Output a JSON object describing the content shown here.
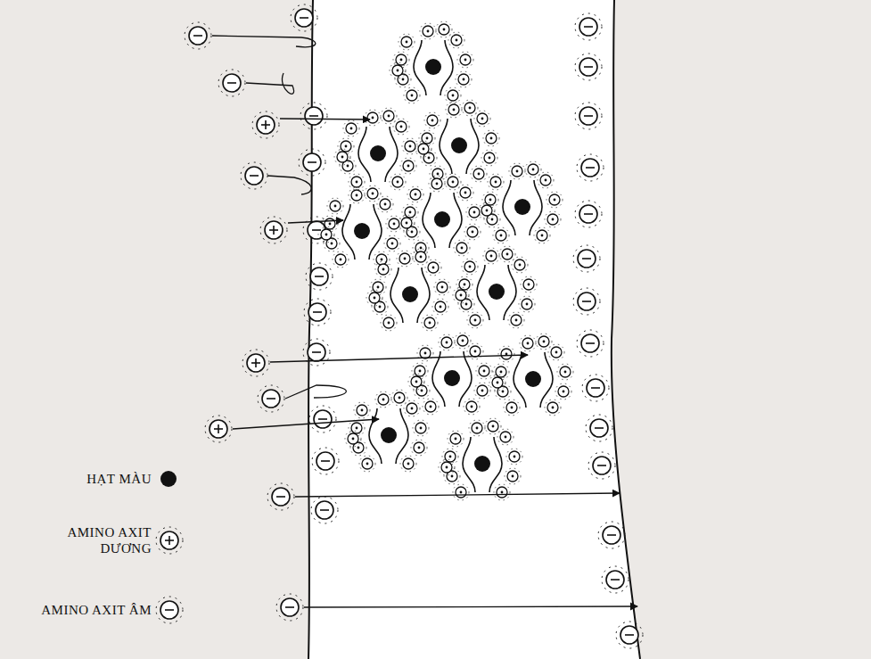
{
  "diagram": {
    "legend": [
      {
        "text": "HẠT MÀU"
      },
      {
        "text": "AMINO AXIT DƯƠNG"
      },
      {
        "text": "AMINO AXIT ÂM"
      }
    ]
  }
}
